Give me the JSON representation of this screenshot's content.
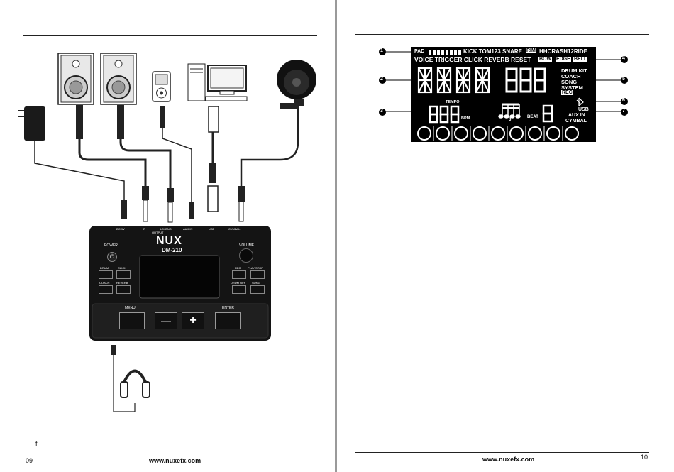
{
  "left_page": {
    "page_number": "09",
    "footer_url": "www.nuxefx.com",
    "footnote": "fi",
    "device": {
      "brand": "NUX",
      "model": "DM-210",
      "labels": {
        "power": "POWER",
        "volume": "VOLUME",
        "drum": "DRUM",
        "click": "CLICK",
        "coach": "COACH",
        "reverb": "REVERB",
        "rec": "REC",
        "play_stop": "PLAY/STOP",
        "drum_off": "DRUM OFF",
        "song": "SONG",
        "menu": "MENU",
        "enter": "ENTER",
        "minus": "—",
        "plus": "+",
        "port_dc": "DC 9V",
        "port_r": "R",
        "port_l_mono": "L/MONO",
        "port_output": "OUTPUT",
        "port_aux": "AUX IN",
        "port_usb": "USB",
        "port_cymbal": "CYMBAL"
      }
    }
  },
  "right_page": {
    "page_number": "10",
    "footer_url": "www.nuxefx.com",
    "callouts": [
      "1",
      "2",
      "3",
      "4",
      "5",
      "6",
      "7"
    ],
    "lcd": {
      "row1_pad": "PAD",
      "row1_items": "KICK TOM123 SNARE",
      "rim": "RIM",
      "row1_right": "HHCRASH12RIDE",
      "row2": "VOICE TRIGGER CLICK REVERB RESET",
      "bow": "BOW",
      "edge": "EDGE",
      "bell": "BELL",
      "drum_kit": "DRUM KIT",
      "coach": "COACH",
      "song": "SONG",
      "system": "SYSTEM",
      "rec": "REC",
      "tempo": "TEMPO",
      "bpm": "BPM",
      "beat": "BEAT",
      "triplet": "3",
      "usb": "USB",
      "aux_in": "AUX IN",
      "cymbal": "CYMBAL"
    }
  }
}
